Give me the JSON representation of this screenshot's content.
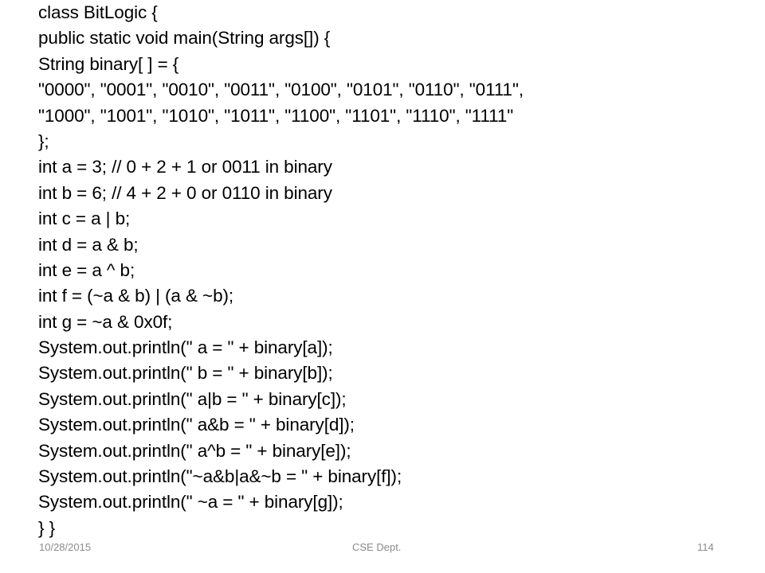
{
  "slide": {
    "code_lines": [
      "class BitLogic {",
      "public static void main(String args[]) {",
      "String binary[ ] = {",
      "\"0000\", \"0001\", \"0010\", \"0011\", \"0100\", \"0101\", \"0110\", \"0111\",",
      "\"1000\", \"1001\", \"1010\", \"1011\", \"1100\", \"1101\", \"1110\", \"1111\"",
      "};",
      "int a = 3; // 0 + 2 + 1 or 0011 in binary",
      "int b = 6; // 4 + 2 + 0 or 0110 in binary",
      "int c = a | b;",
      "int d = a & b;",
      "int e = a ^ b;",
      "int f = (~a & b) | (a & ~b);",
      "int g = ~a & 0x0f;",
      "System.out.println(\" a = \" + binary[a]);",
      "System.out.println(\" b = \" + binary[b]);",
      "System.out.println(\" a|b = \" + binary[c]);",
      "System.out.println(\" a&b = \" + binary[d]);",
      "System.out.println(\" a^b = \" + binary[e]);",
      "System.out.println(\"~a&b|a&~b = \" + binary[f]);",
      "System.out.println(\" ~a = \" + binary[g]);",
      "} }"
    ]
  },
  "footer": {
    "date": "10/28/2015",
    "center_text": "CSE Dept.",
    "page_number": "114"
  }
}
